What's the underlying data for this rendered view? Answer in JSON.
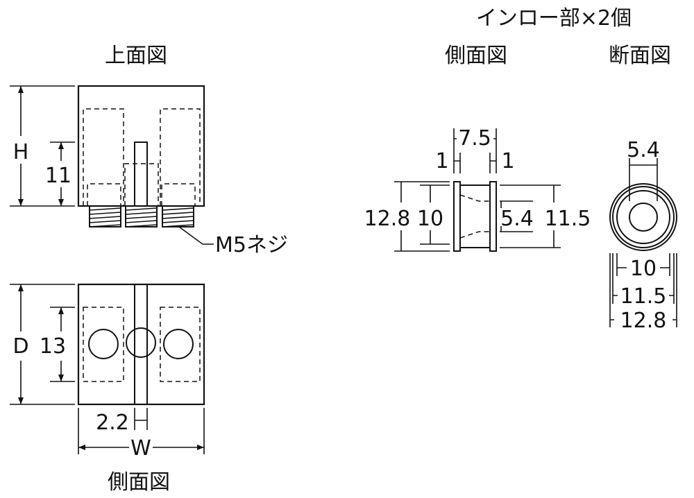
{
  "titles": {
    "top_view": "上面図",
    "side_view_bottom": "側面図",
    "spigot_header": "インロー部×2個",
    "spigot_side": "側面図",
    "spigot_section": "断面図"
  },
  "main_dims": {
    "H": "H",
    "h11": "11",
    "D": "D",
    "d13": "13",
    "w22": "2.2",
    "W": "W",
    "screw": "M5ネジ"
  },
  "spigot_side_dims": {
    "d75": "7.5",
    "d1_left": "1",
    "d1_right": "1",
    "d128": "12.8",
    "d10": "10",
    "d54": "5.4",
    "d115": "11.5"
  },
  "spigot_section_dims": {
    "d54": "5.4",
    "d10": "10",
    "d115": "11.5",
    "d128": "12.8"
  },
  "colors": {
    "ink": "#111111",
    "background": "#ffffff"
  }
}
